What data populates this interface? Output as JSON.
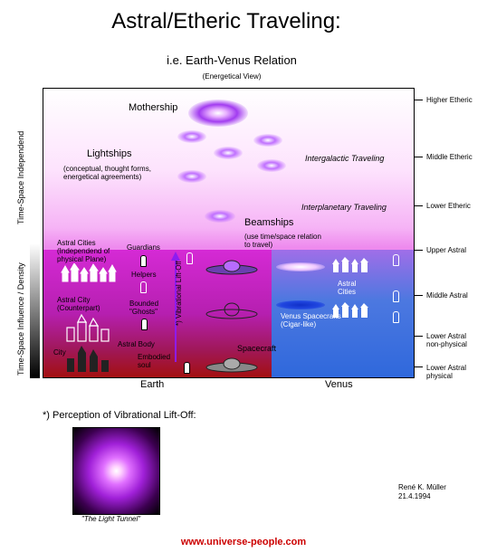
{
  "title": "Astral/Etheric Traveling:",
  "subtitle": "i.e. Earth-Venus Relation",
  "subtitle_note": "(Energetical View)",
  "levels": [
    "Higher Etheric",
    "Middle Etheric",
    "Lower Etheric",
    "Upper Astral",
    "Middle Astral",
    "Lower Astral non-physical",
    "Lower Astral physical"
  ],
  "left_axis": {
    "upper": "Time-Space Independend",
    "lower": "Time-Space Influence / Density"
  },
  "labels": {
    "mothership": "Mothership",
    "lightships": "Lightships",
    "lightships_note": "(conceptual, thought forms, energetical agreements)",
    "intergalactic": "Intergalactic Traveling",
    "interplanetary": "Interplanetary Traveling",
    "beamships": "Beamships",
    "beamships_note": "(use time/space relation to travel)",
    "astral_cities_left": "Astral Cities (Independend of physical Plane)",
    "guardians": "Guardians",
    "helpers": "Helpers",
    "astral_city": "Astral City (Counterpart)",
    "bounded_ghosts": "Bounded \"Ghosts\"",
    "lift_off": "*) Vibrational Lift-Off",
    "astral_body": "Astral Body",
    "embodied_soul": "Embodied soul",
    "city": "City",
    "spacecraft": "Spacecraft",
    "astral_cities_right": "Astral Cities",
    "venus_spacecrafts": "Venus Spacecrafts (Cigar-like)",
    "earth": "Earth",
    "venus": "Venus"
  },
  "footnote": "*) Perception of Vibrational Lift-Off:",
  "tunnel_caption": "\"The Light Tunnel\"",
  "author": "René K. Müller",
  "date": "21.4.1994",
  "url": "www.universe-people.com",
  "colors": {
    "accent_purple": "#8e1cf0",
    "astral_magenta": "#d52ad5",
    "venus_blue": "#2f68dc",
    "url_red": "#cc0000"
  }
}
